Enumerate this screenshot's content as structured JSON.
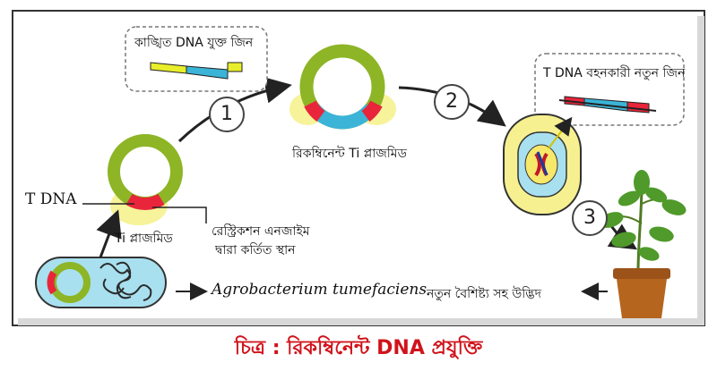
{
  "labels": {
    "desired_gene": "কাঙ্খিত DNA যুক্ত জিন",
    "recombinant_plasmid": "রিকম্বিনেন্ট Ti প্লাজমিড",
    "t_dna_carrier": "T DNA বহনকারী নতুন জিন",
    "t_dna": "T DNA",
    "ti_plasmid": "Ti প্লাজমিড",
    "restriction_line1": "রেস্ট্রিকশন এনজাইম",
    "restriction_line2": "দ্বারা কর্তিত স্থান",
    "bacterium": "Agrobacterium tumefaciens",
    "new_plant": "নতুন বৈশিষ্ট্য সহ উদ্ভিদ"
  },
  "steps": [
    "1",
    "2",
    "3"
  ],
  "caption": "চিত্র : রিকম্বিনেন্ট DNA প্রযুক্তি",
  "colors": {
    "plasmid_ring": "#8db526",
    "insert_blue": "#3bb4d8",
    "insert_yellow": "#e8ee2a",
    "cut_red": "#e8253a",
    "highlight": "#f6f39a",
    "bacterium_fill": "#a8e0ef",
    "plant_cell_outer": "#f6f090",
    "plant_cell_inner": "#a8e0ef",
    "pot": "#b5651d",
    "leaf": "#4f9a2a",
    "caption": "#d0131b"
  }
}
